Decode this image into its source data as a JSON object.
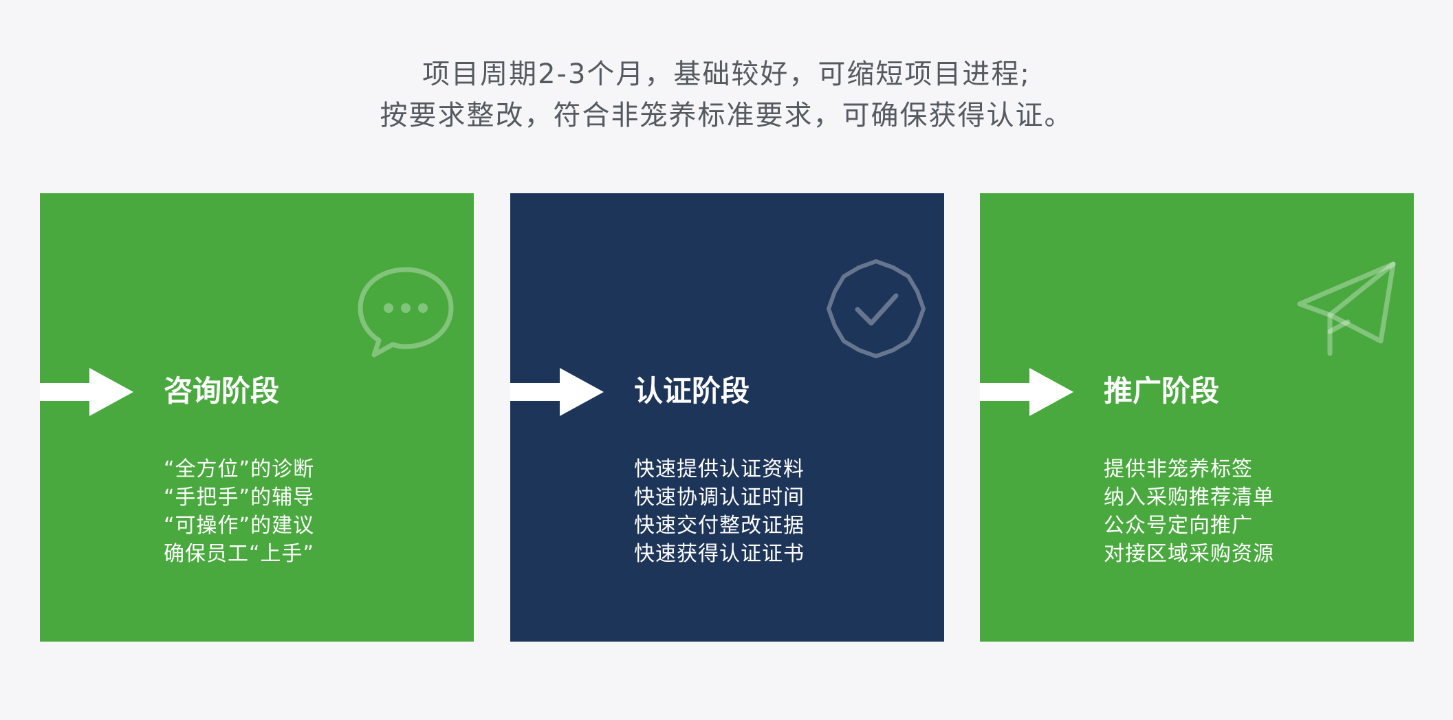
{
  "intro": {
    "line1": "项目周期2-3个月，基础较好，可缩短项目进程;",
    "line2": "按要求整改，符合非笼养标准要求，可确保获得认证。"
  },
  "colors": {
    "background": "#f6f6f8",
    "green": "#49a93e",
    "navy": "#1e355a",
    "text_on_card": "#ffffff",
    "intro_text": "#555a61"
  },
  "stages": [
    {
      "title": "咨询阶段",
      "icon": "chat-bubble-icon",
      "points": [
        "“全方位”的诊断",
        "“手把手”的辅导",
        "“可操作”的建议",
        "确保员工“上手”"
      ]
    },
    {
      "title": "认证阶段",
      "icon": "verified-badge-icon",
      "points": [
        "快速提供认证资料",
        "快速协调认证时间",
        "快速交付整改证据",
        "快速获得认证证书"
      ]
    },
    {
      "title": "推广阶段",
      "icon": "paper-plane-icon",
      "points": [
        "提供非笼养标签",
        "纳入采购推荐清单",
        "公众号定向推广",
        "对接区域采购资源"
      ]
    }
  ]
}
